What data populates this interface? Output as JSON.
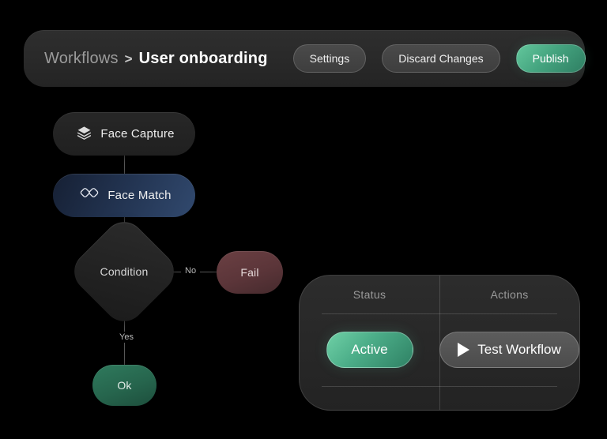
{
  "header": {
    "breadcrumb": {
      "root": "Workflows",
      "separator": ">",
      "current": "User  onboarding"
    },
    "buttons": [
      {
        "label": "Settings",
        "name": "settings-button"
      },
      {
        "label": "Discard Changes",
        "name": "discard-changes-button"
      },
      {
        "label": "Publish",
        "name": "publish-button",
        "accent": "#45a580"
      }
    ]
  },
  "flow": {
    "nodes": [
      {
        "id": "face-capture",
        "label": "Face Capture",
        "icon": "layers-icon",
        "color": "#242424"
      },
      {
        "id": "face-match",
        "label": "Face Match",
        "icon": "face-match-icon",
        "color": "#22324d"
      },
      {
        "id": "condition",
        "label": "Condition",
        "shape": "diamond",
        "color": "#232323"
      },
      {
        "id": "fail",
        "label": "Fail",
        "color": "#5b3539"
      },
      {
        "id": "ok",
        "label": "Ok",
        "color": "#26654d"
      }
    ],
    "edges": [
      {
        "from": "condition",
        "to": "fail",
        "label": "No"
      },
      {
        "from": "condition",
        "to": "ok",
        "label": "Yes"
      }
    ]
  },
  "panel": {
    "columns": [
      {
        "header": "Status"
      },
      {
        "header": "Actions"
      }
    ],
    "status_badge": {
      "label": "Active",
      "color": "#4cae89"
    },
    "test_button": {
      "label": "Test Workflow",
      "icon": "play-icon"
    }
  }
}
